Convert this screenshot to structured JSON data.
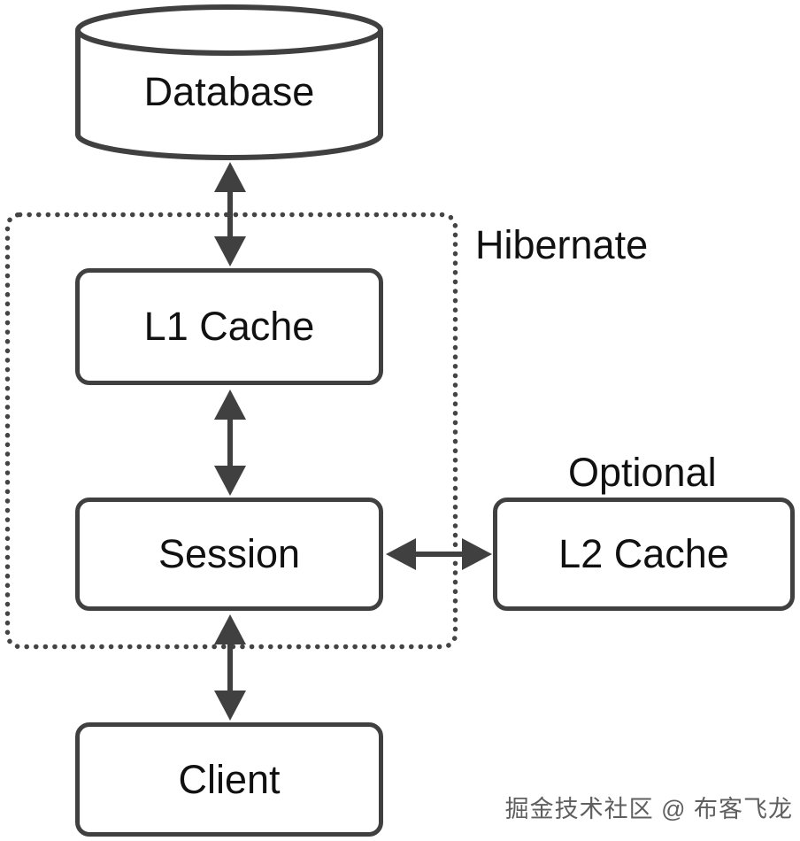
{
  "diagram": {
    "nodes": {
      "database": {
        "label": "Database",
        "shape": "cylinder"
      },
      "l1_cache": {
        "label": "L1 Cache",
        "shape": "rounded-rect"
      },
      "session": {
        "label": "Session",
        "shape": "rounded-rect"
      },
      "l2_cache": {
        "label": "L2 Cache",
        "shape": "rounded-rect"
      },
      "client": {
        "label": "Client",
        "shape": "rounded-rect"
      }
    },
    "container": {
      "label": "Hibernate",
      "border_style": "dotted",
      "contains": [
        "l1_cache",
        "session"
      ]
    },
    "annotations": {
      "optional": "Optional"
    },
    "edges": [
      {
        "from": "database",
        "to": "l1_cache",
        "bidirectional": true,
        "orientation": "vertical"
      },
      {
        "from": "l1_cache",
        "to": "session",
        "bidirectional": true,
        "orientation": "vertical"
      },
      {
        "from": "session",
        "to": "l2_cache",
        "bidirectional": true,
        "orientation": "horizontal"
      },
      {
        "from": "session",
        "to": "client",
        "bidirectional": true,
        "orientation": "vertical"
      }
    ]
  },
  "watermark": {
    "text": "掘金技术社区 @ 布客飞龙"
  },
  "colors": {
    "stroke": "#404040",
    "dot": "#444444",
    "text": "#111111",
    "bg": "#ffffff",
    "wm-text": "#5f5f5f",
    "wm-shadow": "#ffffff"
  }
}
